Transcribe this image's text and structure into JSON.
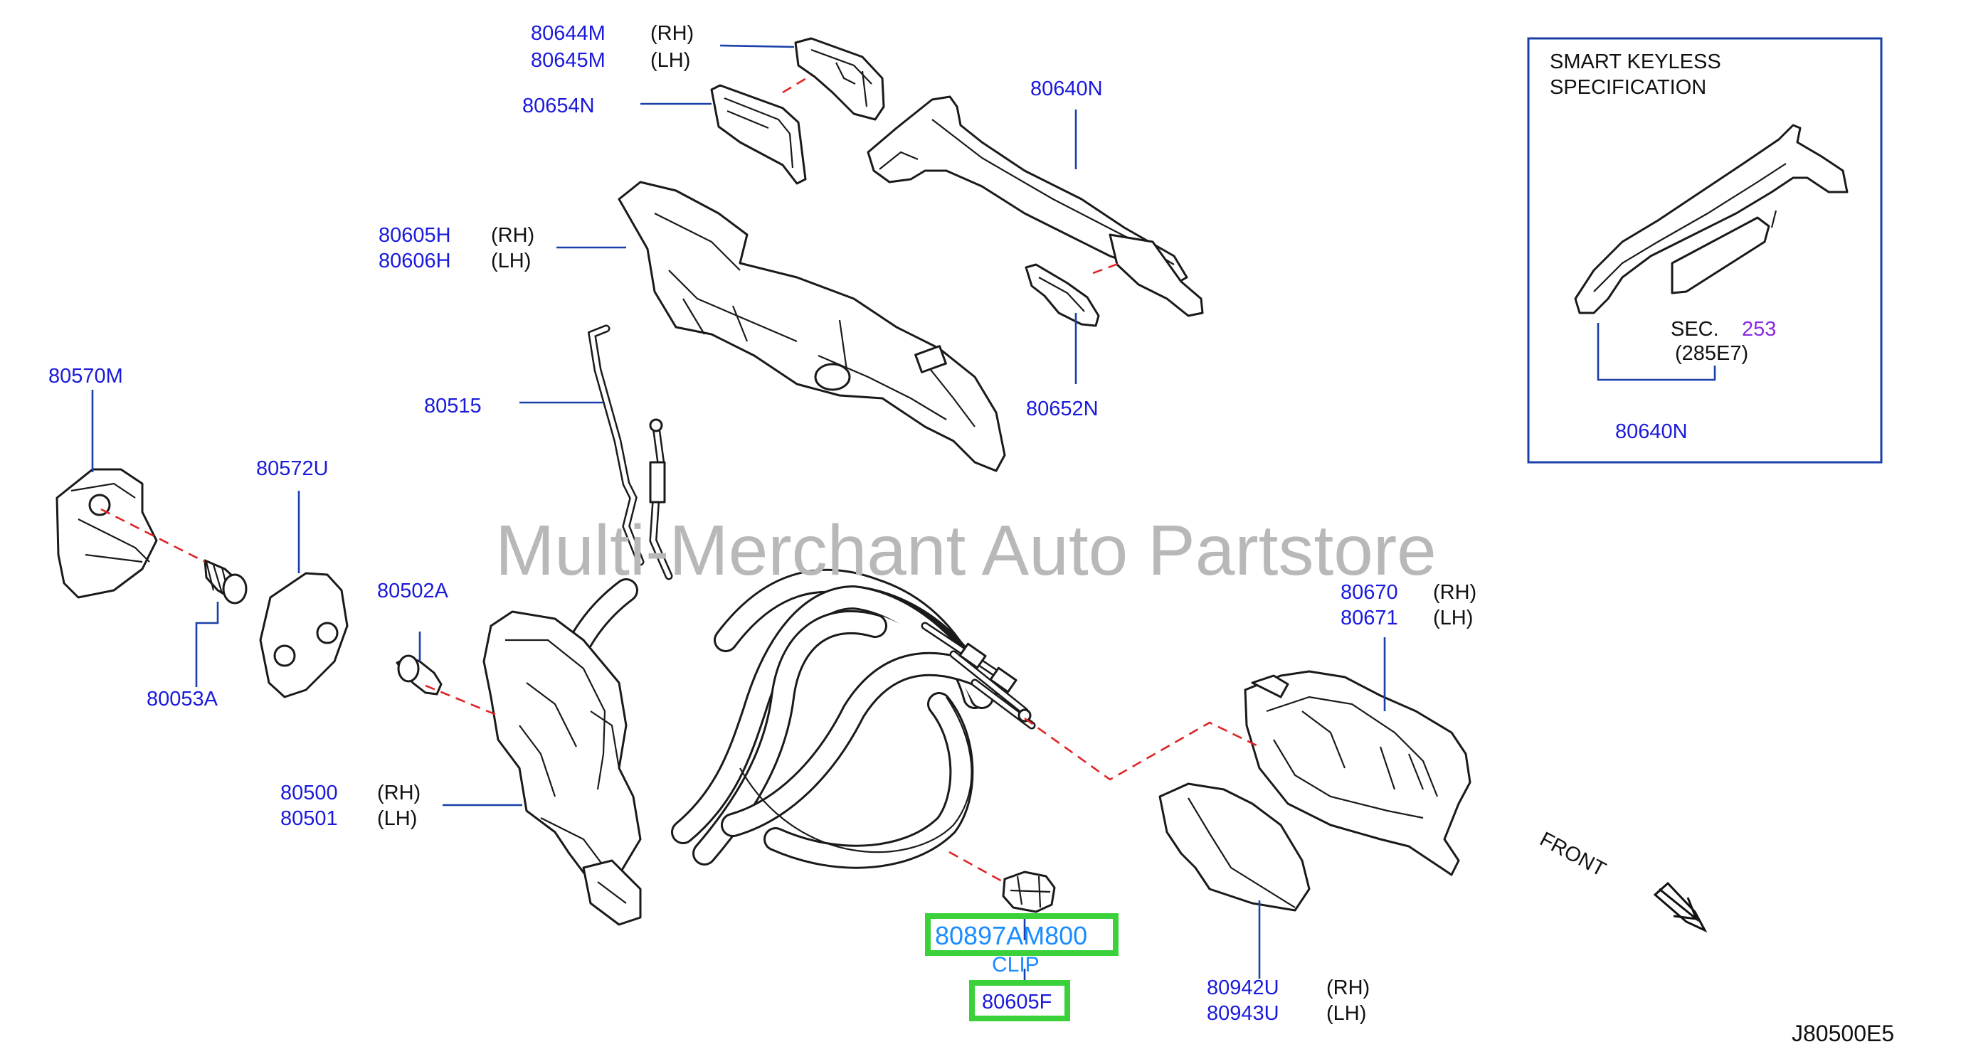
{
  "watermark": "Multi-Merchant Auto Partstore",
  "diagram_code": "J80500E5",
  "front_label": "FRONT",
  "inset": {
    "title_line1": "SMART  KEYLESS",
    "title_line2": "SPECIFICATION",
    "sec_label": "SEC.",
    "sec_number": "253",
    "sec_sub": "(285E7)",
    "part": "80640N"
  },
  "labels": {
    "p80644M": "80644M",
    "p80645M": "80645M",
    "p80654N": "80654N",
    "p80640N": "80640N",
    "p80605H": "80605H",
    "p80606H": "80606H",
    "p80652N": "80652N",
    "p80570M": "80570M",
    "p80515": "80515",
    "p80572U": "80572U",
    "p80502A": "80502A",
    "p80053A": "80053A",
    "p80670": "80670",
    "p80671": "80671",
    "p80500": "80500",
    "p80501": "80501",
    "p80897": "80897AM800",
    "clip": "CLIP",
    "p80605F": "80605F",
    "p80942U": "80942U",
    "p80943U": "80943U"
  },
  "sides": {
    "rh": "(RH)",
    "lh": "(LH)"
  },
  "colors": {
    "part_number": "#1a1adc",
    "leader": "#1a3fa8",
    "dash": "#e02424",
    "highlight": "#3ad13a",
    "sec_number": "#8a2be2"
  }
}
